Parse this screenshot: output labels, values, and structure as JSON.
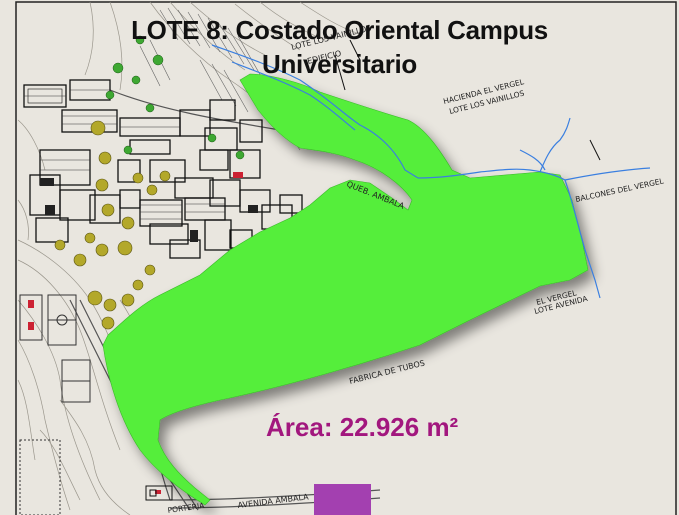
{
  "title": {
    "line1": "LOTE 8: Costado Oriental Campus",
    "line2": "Universitario"
  },
  "area_label": "Área: 22.926 m²",
  "map_labels": {
    "lote_los_vainillos": "LOTE LOS VAINILLOS",
    "edificio": "EDIFICIO",
    "hacienda": "HACIENDA EL VERGEL",
    "lote_vainillos2": "LOTE LOS VAINILLOS",
    "queb": "QUEB. AMBALA",
    "balcones": "BALCONES DEL VERGEL",
    "el_vergel": "EL VERGEL",
    "lote_avenida": "LOTE AVENIDA",
    "fabrica": "FABRICA DE TUBOS",
    "avenida": "AVENIDA AMBALA",
    "porteria": "PORTERIA"
  },
  "colors": {
    "lot_fill": "#55ee3a",
    "legend_swatch": "#a340b0",
    "area_text": "#a2177e",
    "river": "#3a7fe0",
    "background": "#e9e6df"
  }
}
